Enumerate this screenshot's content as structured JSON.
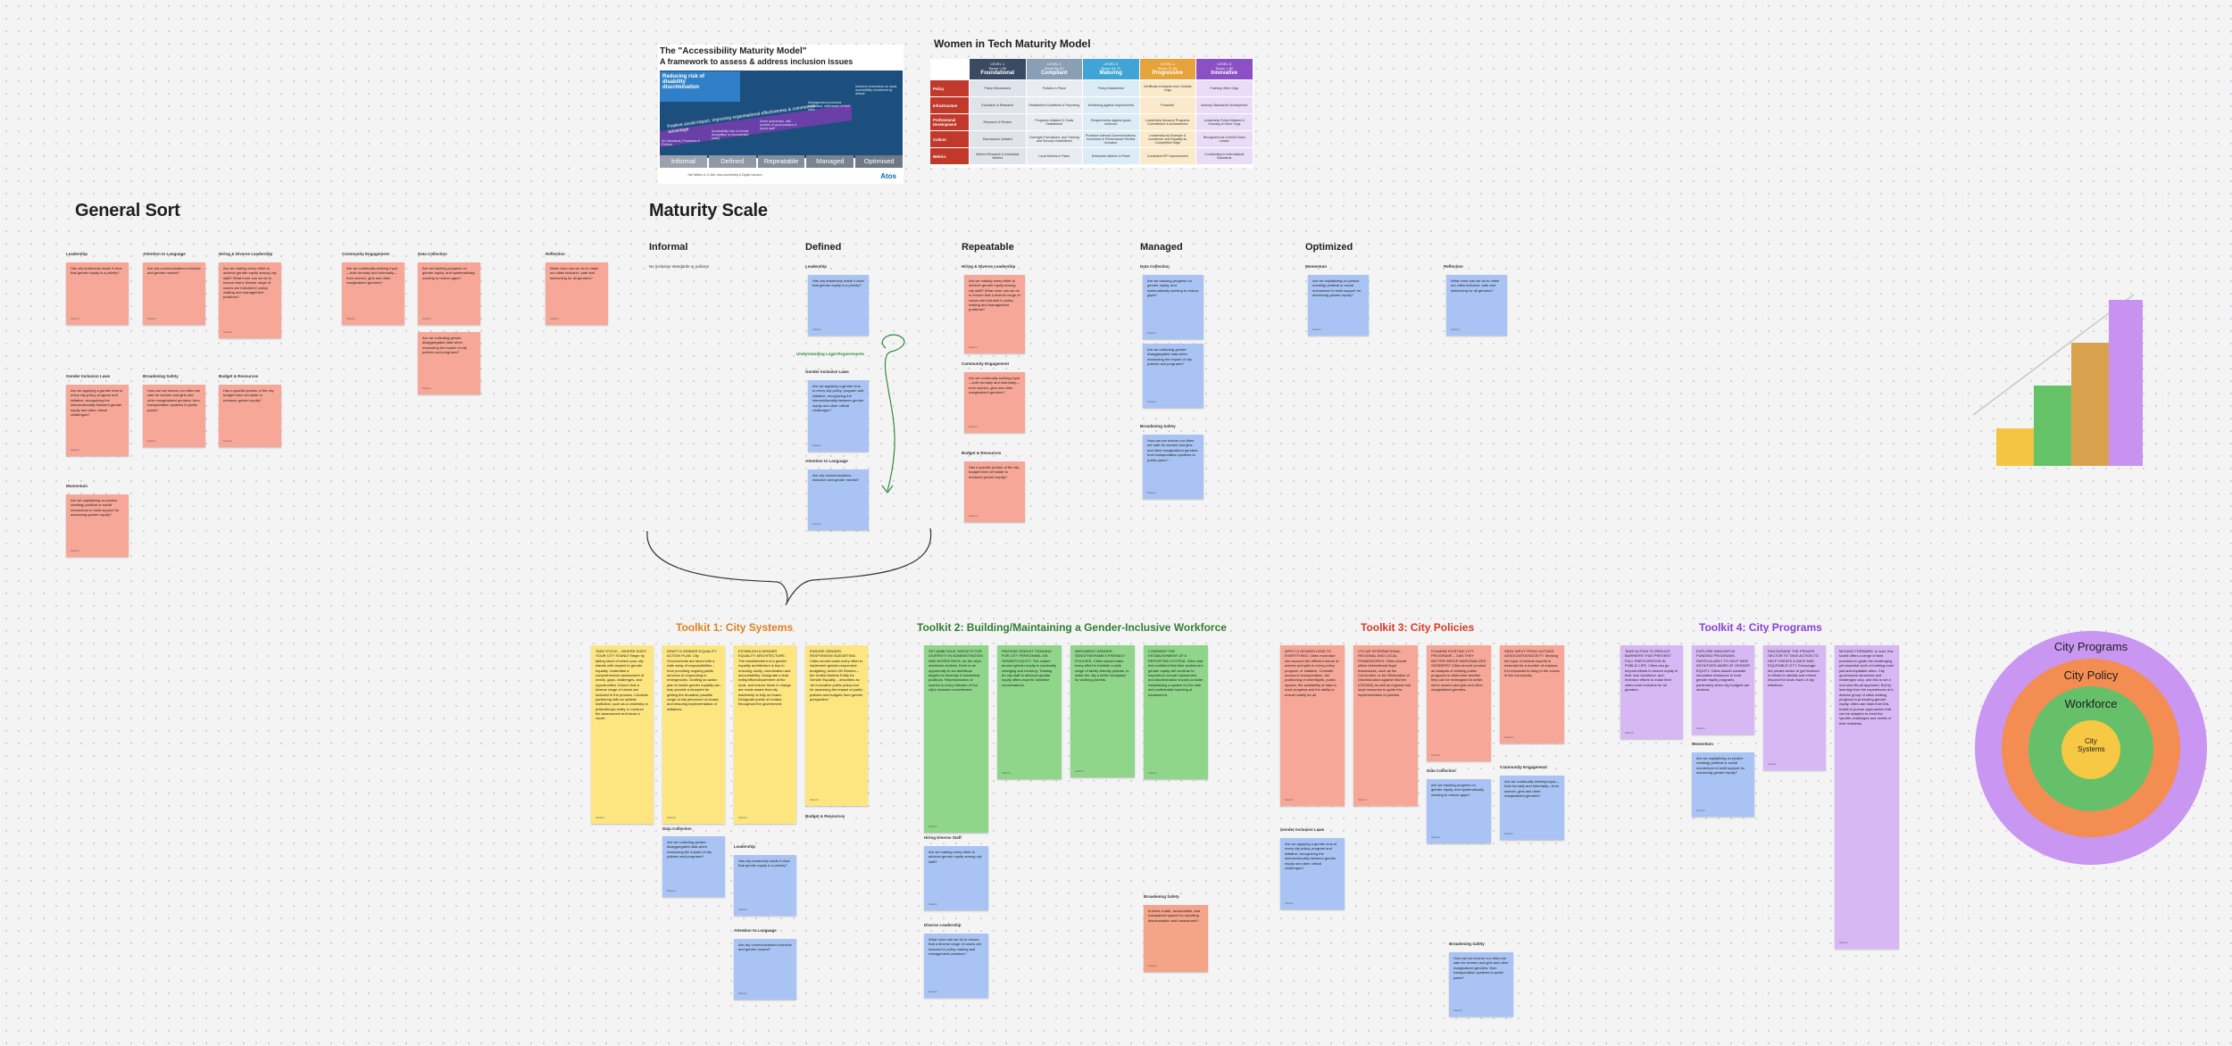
{
  "colors": {
    "pink": "#f7a797",
    "blue": "#a9c4f4",
    "yellow": "#fde680",
    "green": "#8fd68a",
    "lilac": "#d7b8f4",
    "t1": "#e0801e",
    "t2": "#2f7f2f",
    "t3": "#d93b25",
    "t4": "#8a3fd9"
  },
  "infographic": {
    "title": "The \"Accessibility Maturity Model\"",
    "subtitle": "A framework to assess & address inclusion issues",
    "band1": "Reducing risk of disability discrimination",
    "band2": "Positive social impact, improving organisational effectiveness & commercial advantage",
    "levels": [
      "Informal",
      "Defined",
      "Repeatable",
      "Managed",
      "Optimised"
    ],
    "col_texts": [
      "No Standards, Processes & Policies",
      "Accessibility has no formal recognition or documented policy",
      "Some awareness, with pockets of good practice & proud staff",
      "Management processes formalised, staff aware of their roles",
      "Inclusion is business as usual, accessibility considered by default"
    ],
    "footer": "Neil Milliken & Jo Bird, Atos Accessibility & Digital Inclusion",
    "logo": "Atos"
  },
  "witmm": {
    "title": "Women in Tech Maturity Model",
    "levels": [
      {
        "code": "LEVEL 1",
        "score": "Score < 50",
        "name": "Foundational",
        "color": "#3a4a63"
      },
      {
        "code": "LEVEL 2",
        "score": "Score 51-60",
        "name": "Compliant",
        "color": "#8a9eb6"
      },
      {
        "code": "LEVEL 3",
        "score": "Score 61-70",
        "name": "Maturing",
        "color": "#41a4d6"
      },
      {
        "code": "LEVEL 4",
        "score": "Score 71-80",
        "name": "Progressive",
        "color": "#e6a33b"
      },
      {
        "code": "LEVEL 5",
        "score": "Score > 80",
        "name": "Innovative",
        "color": "#8a50c4"
      }
    ],
    "rows": [
      {
        "name": "Policy",
        "cells": [
          "Policy Discussions",
          "Policies in Place",
          "Policy Established",
          "Certificate & Awards from Outside Orgs",
          "Pushing Other Orgs"
        ]
      },
      {
        "name": "Infrastructure",
        "cells": [
          "Education & Research",
          "Established Guidelines & Reporting",
          "Monitoring against requirements",
          "Proactive",
          "Industry Standards Development"
        ]
      },
      {
        "name": "Professional Development",
        "cells": [
          "Research & Review",
          "Programs Initiated & Goals Established",
          "Requirements against goals enforced",
          "Leadership Advance Programs Commitment & Achievement",
          "Leadership Roles Attained & Growing of Other Orgs"
        ]
      },
      {
        "name": "Culture",
        "cells": [
          "Discussions Initiated",
          "Oversight Formalized, and Training and Surveys Established",
          "Proactive Internal Communications, Incentives & Performance Review Inclusion",
          "Leadership by Example & Incentives, and Equality as Competitive Edge",
          "Recognized as a World Class Leader"
        ]
      },
      {
        "name": "Metrics",
        "cells": [
          "Metrics Research & Anecdotal Metrics",
          "Local Metrics in Place",
          "Enterprise Metrics in Place",
          "Consistent KPI Improvement",
          "Contributing to International Standards"
        ]
      }
    ]
  },
  "general_sort": {
    "title": "General Sort",
    "labels": [
      "Leadership",
      "Attention to Language",
      "Hiring & Diverse Leadership",
      "Community Engagement",
      "Data Collection",
      "Reflection",
      "Gender Inclusion Laws",
      "Broadening Safety",
      "Budget & Resources",
      "Momentum"
    ],
    "notes": [
      "Has city leadership made it clear that gender equity is a priority?",
      "Are city communications inclusive and gender neutral?",
      "Are we making every effort to achieve gender equity among city staff? What more can we do to ensure that a diverse range of voices are included in policy making and management positions?",
      "Are we continually seeking input—both formally and informally—from women, girls and other marginalized genders?",
      "Are we tracking progress on gender equity, and systematically working to reduce gaps?",
      "Are we collecting gender disaggregated data when measuring the impact of city policies and programs?",
      "What more can we do to make our cities inclusive, safe and welcoming for all genders?",
      "Are we applying a gender lens to every city policy, program and initiative, recognizing the intersectionality between gender equity and other critical challenges?",
      "How can we ensure our cities are safe for women and girls and other marginalized genders: from transportation systems to public parks?",
      "Has a specific portion of the city budget been set aside to enhance gender equity?",
      "Are we capitalizing on (and/or creating) political or social momentum to build support for advancing gender equity?"
    ]
  },
  "maturity_scale": {
    "title": "Maturity Scale",
    "columns": [
      "Informal",
      "Defined",
      "Repeatable",
      "Managed",
      "Optimized"
    ],
    "informal_note": "No inclusion standards or policies",
    "labels": [
      "Leadership",
      "Gender Inclusive Laws",
      "Attention to Language",
      "Hiring & Diverse Leadership",
      "Community Engagement",
      "Budget & Resources",
      "Data Collection",
      "Broadening Safety",
      "Momentum",
      "Reflection"
    ],
    "annotation": "Understanding Legal Requirements",
    "notes": [
      "Has city leadership made it clear that gender equity is a priority?",
      "Are we applying a gender lens to every city policy, program and initiative, recognizing the intersectionality between gender equity and other critical challenges?",
      "Are city communications inclusive and gender neutral?",
      "Are we making every effort to achieve gender equity among city staff? What more can we do to ensure that a diverse range of voices are included in policy making and management positions?",
      "Are we continually seeking input—both formally and informally—from women, girls and other marginalized genders?",
      "Has a specific portion of the city budget been set aside to enhance gender equity?",
      "Are we tracking progress on gender equity, and systematically working to reduce gaps?",
      "Are we collecting gender disaggregated data when measuring the impact of city policies and programs?",
      "How can we ensure our cities are safe for women and girls and other marginalized genders: from transportation systems to public parks?",
      "Are we capitalizing on (and/or creating) political or social momentum to build support for advancing gender equity?",
      "What more can we do to make our cities inclusive, safe and welcoming for all genders?"
    ]
  },
  "toolkits": {
    "t1": {
      "title": "Toolkit 1: City Systems",
      "notes": [
        "TAKE STOCK – WHERE DOES YOUR CITY STAND? Begin by taking stock of where your city stands with respect to gender equality. Undertake a comprehensive assessment of needs, gaps, challenges, and opportunities. Ensure that a diverse range of voices are included in the process. Consider partnering with an outside institution, such as a university or philanthropic entity, to conduct the assessment and issue a report.",
        "DRAFT A GENDER EQUALITY ACTION PLAN. City Governments are faced with a wide array of responsibilities – from providing ongoing public services to responding to emergencies. Drafting an action plan to tackle gender equality can help provide a blueprint for getting the broadest possible range of city personnel on board, and ensuring implementation of initiatives.",
        "ESTABLISH A GENDER EQUALITY ARCHITECTURE. The establishment of a gender equality architecture is key to ensuring clarity, coordination and accountability. Designate a lead entity/office/department at the local, and ensure those in charge are made aware that city leadership is fully on board. Designate points of contact throughout the government.",
        "ENSURE GENDER-RESPONSIVE BUDGETING. Cities should make every effort to implement gender-responsive budgeting, which UN Women – the United Nations Entity for Gender Equality – describes as 'an innovative public policy tool for assessing the impact of public policies and budgets from gender perspective.'"
      ],
      "labels": [
        "Data Collection",
        "Leadership",
        "Budget & Resources",
        "Attention to Language"
      ],
      "sub": [
        "Are we collecting gender disaggregated data when measuring the impact of city policies and programs?",
        "Has city leadership made it clear that gender equity is a priority?",
        "Are city communications inclusive and gender neutral?"
      ]
    },
    "t2": {
      "title": "Toolkit 2: Building/Maintaining a Gender-Inclusive Workforce",
      "notes": [
        "SET AMBITIOUS TARGETS FOR DIVERSITY IN ADMINISTRATION AND WORKFORCE. As the city's workforce evolves, there is an opportunity to set ambitious targets for diversity in leadership positions. Representation of women is a key indicator of the city's inclusion commitment.",
        "PROVIDE ROBUST TRAINING FOR CITY PERSONNEL ON GENDER EQUITY. The culture around gender equity is constantly changing and evolving. Training for city staff to advance gender equity offers experts' sensitive conversations.",
        "IMPLEMENT GENDER-SENSITIVE/FAMILY-FRIENDLY POLICIES. Cities should make every effort to institute a wide range of family-friendly policies, to make the city a better workplace for working parents.",
        "CONSIDER THE ESTABLISHMENT OF A REPORTING SYSTEM. Cities that feel confident that their workforce's gender equity will continue to experience sexual harassment and discrimination should consider establishing a system for the safe and confidential reporting of harassment."
      ],
      "labels": [
        "Hiring Diverse Staff",
        "Diverse Leadership",
        "Broadening Safety"
      ],
      "sub": [
        "Are we making every effort to achieve gender equity among city staff?",
        "What more can we do to ensure that a diverse range of voices are included in policy making and management positions?",
        "Is there a safe, accountable, and transparent system for reporting discrimination and harassment?"
      ]
    },
    "t3": {
      "title": "Toolkit 3: City Policies",
      "notes": [
        "APPLY A GENDER LENS TO EVERYTHING. Cities must take into account the different needs of women and girls in every policy, program, or initiative. Consider access to transportation, the positioning of streetlights, public spaces, the availability of data to track progress and the ability to ensure safety for all.",
        "UTILIZE INTERNATIONAL, REGIONAL AND LOCAL FRAMEWORKS. Cities should utilize international legal frameworks, such as the Convention on the Elimination of Discrimination Against Women (CEDAW) as well as regional and local resources to guide the implementation of policies.",
        "EXAMINE EXISTING CITY PROGRAMS – CAN THEY BETTER SERVE MARGINALIZED GENDERS? Cities should conduct an analysis of existing public programs to determine whether they can be redesigned to better serve women and girls and other marginalized genders.",
        "SEEK INPUT FROM OUTSIDE ASSOCIATES/SOCIETY. Seeking the input of outside experts is essential for a number of reasons. It is important to bring in the voices of the community."
      ],
      "labels": [
        "Gender Inclusion Laws",
        "Data Collection",
        "Community Engagement",
        "Broadening Safety"
      ],
      "sub": [
        "Are we applying a gender lens to every city policy, program and initiative, recognizing the intersectionality between gender equity and other critical challenges?",
        "Are we tracking progress on gender equity, and systematically working to reduce gaps?",
        "Are we continually seeking input—both formally and informally—from women, girls and other marginalized genders?",
        "How can we ensure our cities are safe for women and girls and other marginalized genders: from transportation systems to public parks?"
      ]
    },
    "t4": {
      "title": "Toolkit 4: City Programs",
      "notes": [
        "TAKE ACTION TO REDUCE BARRIERS THAT PREVENT FULL PARTICIPATION IN PUBLIC LIFE. Cities can go beyond efforts to ensure equity in their own workforce, and embrace efforts to make their cities more inclusive for all genders.",
        "EXPLORE INNOVATIVE FUNDING PROGRAMS, PARTICULARLY TO HELP NEW INITIATIVES AIMED AT GENDER EQUITY. Cities should consider innovative measures to fund gender equity programs, particularly when city budgets are strained.",
        "ENCOURAGE THE PRIVATE SECTOR TO TAKE ACTION TO HELP CREATE A SAFE AND EQUITABLE CITY. Encourage the private sector to get involved in efforts to identify and extend beyond the local reach of city initiatives.",
        "MOVING FORWARD. In sum, this toolkit offers a range of best practices to guide the challenging yet essential work of building more just and equitable cities. City governance structures and challenges vary, and this is not a one-size-fits-all approach. But by learning from the experiences of a diverse group of cities making progress in promoting gender equity, cities can draw from this toolkit to pursue approaches that can be adapted to meet the specific challenges and needs of their residents."
      ],
      "labels": [
        "Momentum"
      ],
      "sub": [
        "Are we capitalizing on (and/or creating) political or social momentum to build support for advancing gender equity?"
      ]
    }
  },
  "circles": [
    "City Programs",
    "City Policy",
    "Workforce",
    "City Systems"
  ],
  "stairs": {
    "colors": [
      "#f4c542",
      "#66c266",
      "#d9a24e",
      "#c792f2"
    ],
    "levels": [
      1,
      2,
      3,
      4
    ]
  }
}
